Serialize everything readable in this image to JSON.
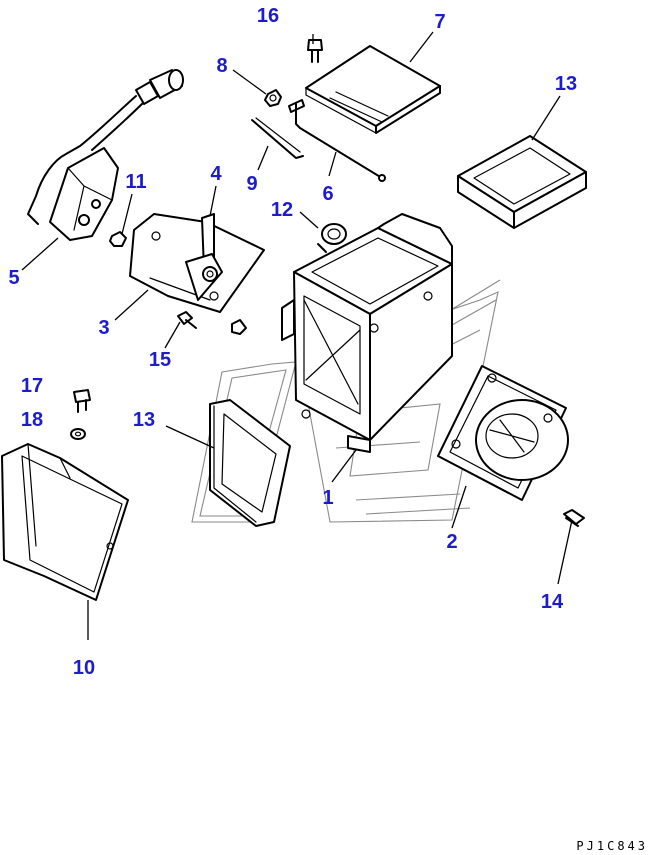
{
  "diagram": {
    "callouts": [
      {
        "id": "1",
        "label": "1"
      },
      {
        "id": "2",
        "label": "2"
      },
      {
        "id": "3",
        "label": "3"
      },
      {
        "id": "4",
        "label": "4"
      },
      {
        "id": "5",
        "label": "5"
      },
      {
        "id": "6",
        "label": "6"
      },
      {
        "id": "7",
        "label": "7"
      },
      {
        "id": "8",
        "label": "8"
      },
      {
        "id": "9",
        "label": "9"
      },
      {
        "id": "10",
        "label": "10"
      },
      {
        "id": "11",
        "label": "11"
      },
      {
        "id": "12",
        "label": "12"
      },
      {
        "id": "13a",
        "label": "13"
      },
      {
        "id": "13b",
        "label": "13"
      },
      {
        "id": "14",
        "label": "14"
      },
      {
        "id": "15",
        "label": "15"
      },
      {
        "id": "16",
        "label": "16"
      },
      {
        "id": "17",
        "label": "17"
      },
      {
        "id": "18",
        "label": "18"
      }
    ],
    "reference_code": "PJ1C843",
    "callout_color": "#1c1ccc"
  }
}
